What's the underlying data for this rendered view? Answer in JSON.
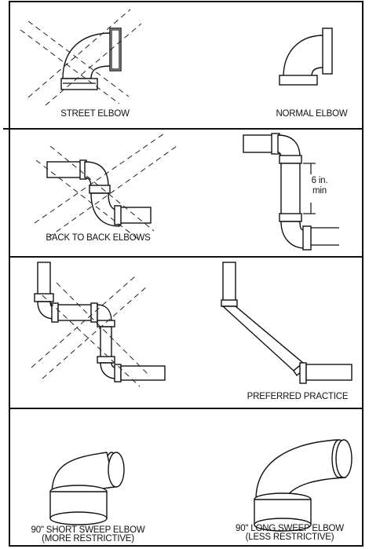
{
  "panels": [
    {
      "left_caption": "STREET ELBOW",
      "right_caption": "NORMAL ELBOW"
    },
    {
      "left_caption": "BACK TO BACK ELBOWS",
      "dimension_label_line1": "6 in.",
      "dimension_label_line2": "min"
    },
    {
      "right_caption": "PREFERRED PRACTICE"
    },
    {
      "left_caption_line1": "90\" SHORT SWEEP ELBOW",
      "left_caption_line2": "(MORE RESTRICTIVE)",
      "right_caption_line1": "90\" LONG SWEEP ELBOW",
      "right_caption_line2": "(LESS RESTRICTIVE)"
    }
  ],
  "colors": {
    "line": "#111111",
    "background": "#ffffff"
  },
  "marks": {
    "incorrect_marker": "dashed-x"
  }
}
